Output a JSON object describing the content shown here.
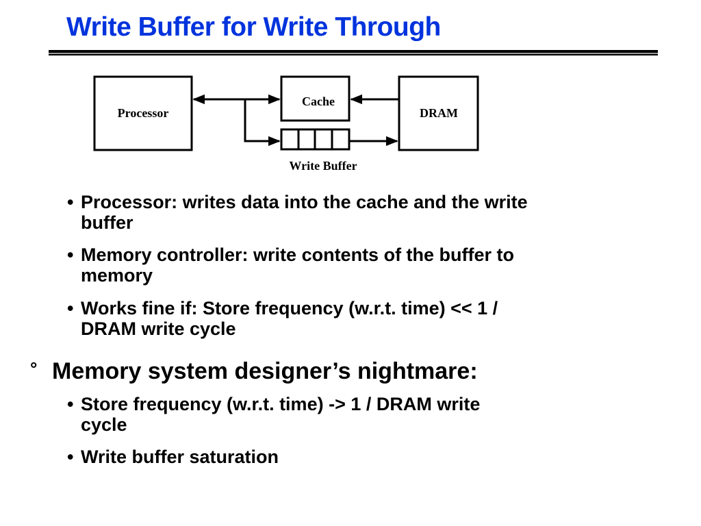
{
  "slide": {
    "title": "Write Buffer for Write Through",
    "title_color": "#0033dd"
  },
  "diagram": {
    "processor_label": "Processor",
    "cache_label": "Cache",
    "dram_label": "DRAM",
    "write_buffer_label": "Write Buffer",
    "write_buffer_slots": 4
  },
  "bullets": [
    {
      "level": 2,
      "marker": "•",
      "lines": [
        "Processor: writes data into the cache and the write",
        "buffer"
      ]
    },
    {
      "level": 2,
      "marker": "•",
      "lines": [
        "Memory controller: write contents of the buffer to",
        "memory"
      ]
    },
    {
      "level": 2,
      "marker": "•",
      "lines": [
        "Works fine if:  Store frequency (w.r.t. time) << 1 /",
        "DRAM write cycle"
      ]
    },
    {
      "level": 1,
      "marker": "°",
      "lines": [
        "Memory system designer’s nightmare:"
      ]
    },
    {
      "level": 2,
      "marker": "•",
      "lines": [
        "Store frequency (w.r.t. time)   ->  1 / DRAM write",
        "cycle"
      ]
    },
    {
      "level": 2,
      "marker": "•",
      "lines": [
        "Write buffer saturation"
      ]
    }
  ]
}
